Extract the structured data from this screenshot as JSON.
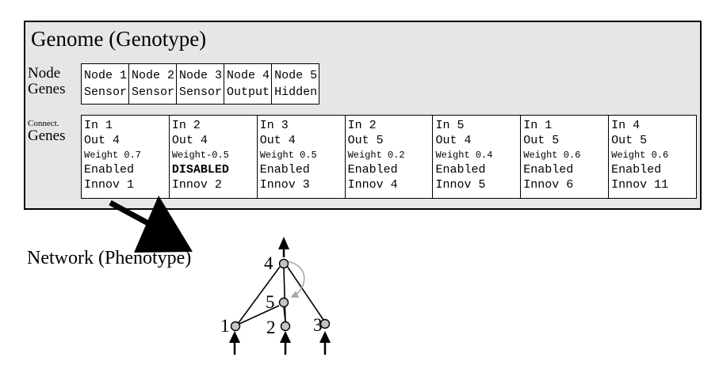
{
  "genome": {
    "title": "Genome (Genotype)",
    "node_row_label": [
      "Node",
      "Genes"
    ],
    "conn_row_label": [
      "Connect.",
      "Genes"
    ],
    "nodes": [
      {
        "name": "Node 1",
        "type": "Sensor"
      },
      {
        "name": "Node 2",
        "type": "Sensor"
      },
      {
        "name": "Node 3",
        "type": "Sensor"
      },
      {
        "name": "Node 4",
        "type": "Output"
      },
      {
        "name": "Node 5",
        "type": "Hidden"
      }
    ],
    "connections": [
      {
        "in": "In 1",
        "out": "Out 4",
        "weight": "Weight 0.7",
        "status": "Enabled",
        "innov": "Innov 1"
      },
      {
        "in": "In 2",
        "out": "Out 4",
        "weight": "Weight-0.5",
        "status": "DISABLED",
        "innov": "Innov 2"
      },
      {
        "in": "In 3",
        "out": "Out 4",
        "weight": "Weight 0.5",
        "status": "Enabled",
        "innov": "Innov 3"
      },
      {
        "in": "In 2",
        "out": "Out 5",
        "weight": "Weight 0.2",
        "status": "Enabled",
        "innov": "Innov 4"
      },
      {
        "in": "In 5",
        "out": "Out 4",
        "weight": "Weight 0.4",
        "status": "Enabled",
        "innov": "Innov 5"
      },
      {
        "in": "In 1",
        "out": "Out 5",
        "weight": "Weight 0.6",
        "status": "Enabled",
        "innov": "Innov 6"
      },
      {
        "in": "In 4",
        "out": "Out 5",
        "weight": "Weight 0.6",
        "status": "Enabled",
        "innov": "Innov 11"
      }
    ]
  },
  "phenotype": {
    "label": "Network (Phenotype)",
    "node_labels": {
      "n1": "1",
      "n2": "2",
      "n3": "3",
      "n4": "4",
      "n5": "5"
    }
  },
  "colors": {
    "panel_bg": "#e6e6e6",
    "node_fill": "#c4c4c4",
    "recurrent_link": "#a8a8a8"
  }
}
